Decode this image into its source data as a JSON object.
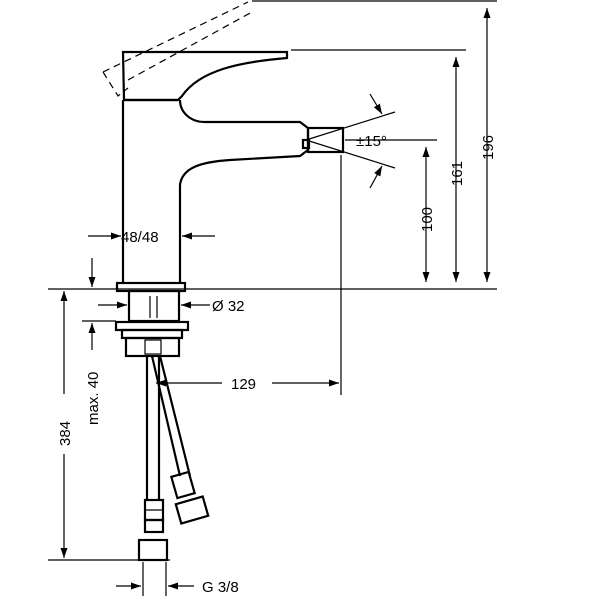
{
  "dimensions": {
    "width_label": "48/48",
    "nut_diameter": "Ø 32",
    "spray_angle": "±15°",
    "height_to_spray": "100",
    "height_to_lever": "161",
    "overall_height": "196",
    "reach": "129",
    "max_thickness": "max. 40",
    "hose_length": "384",
    "connection": "G 3/8"
  },
  "colors": {
    "stroke": "#000000",
    "background": "#ffffff"
  }
}
